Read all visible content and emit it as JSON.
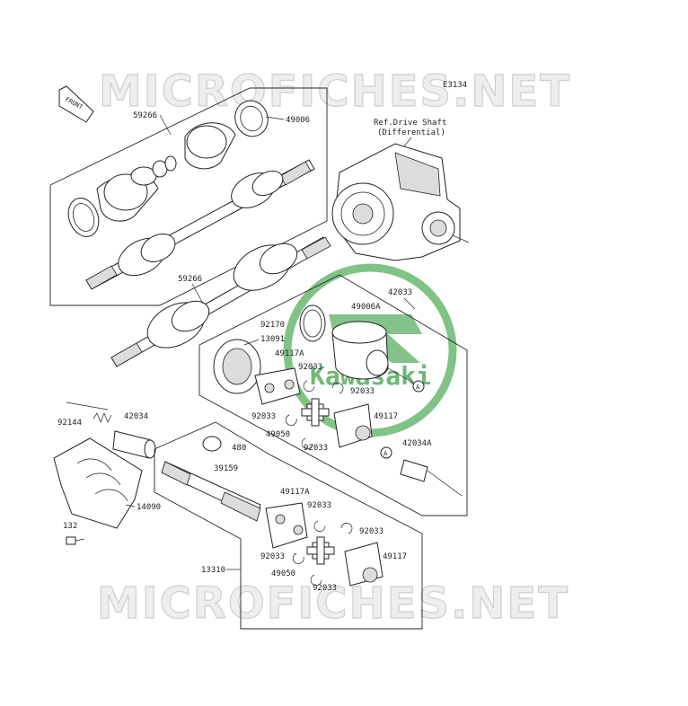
{
  "diagram_code": "E3134",
  "watermark_text": "MICROFICHES.NET",
  "logo_text": "Kawasaki",
  "front_label": "FRONT",
  "ref_note": {
    "line1": "Ref.Drive Shaft",
    "line2": "(Differential)"
  },
  "callout_marker": "A",
  "part_labels": [
    "59266",
    "49006",
    "59266",
    "42033",
    "49006A",
    "92170",
    "13091",
    "49117A",
    "92033",
    "92033",
    "92033",
    "49117",
    "49050",
    "92033",
    "42034A",
    "92144",
    "42034",
    "480",
    "39159",
    "14090",
    "132",
    "49117A",
    "92033",
    "92033",
    "92033",
    "49117",
    "49050",
    "92033",
    "13310"
  ]
}
